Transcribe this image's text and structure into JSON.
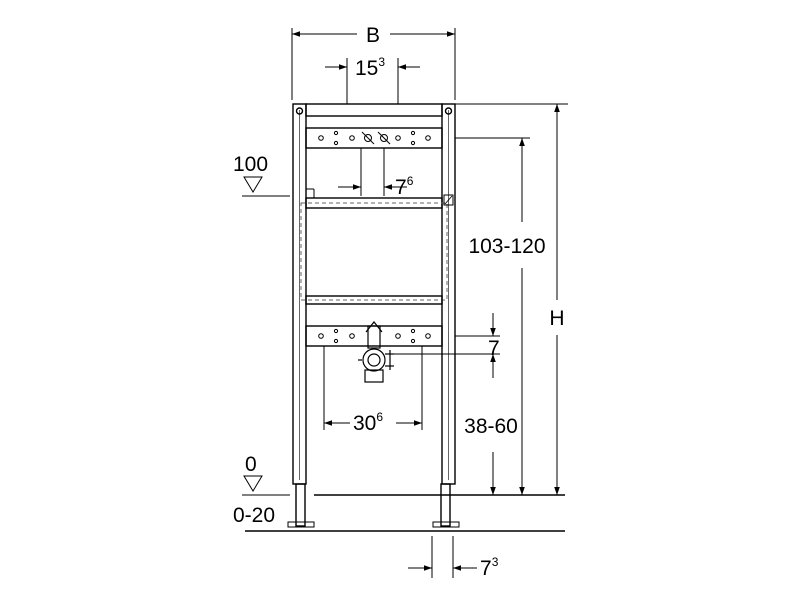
{
  "labels": {
    "width_B": "B",
    "dim_15": "15",
    "dim_15_sup": "3",
    "dim_7a": "7",
    "dim_7a_sup": "6",
    "height_range_top": "103-120",
    "height_H": "H",
    "level_100": "100",
    "dim_7b": "7",
    "dim_30": "30",
    "dim_30_sup": "6",
    "height_range_bottom": "38-60",
    "level_0": "0",
    "level_0_20": "0-20",
    "dim_7c": "7",
    "dim_7c_sup": "3"
  },
  "colors": {
    "line": "#000000",
    "background": "#ffffff",
    "dashed": "#666666"
  }
}
